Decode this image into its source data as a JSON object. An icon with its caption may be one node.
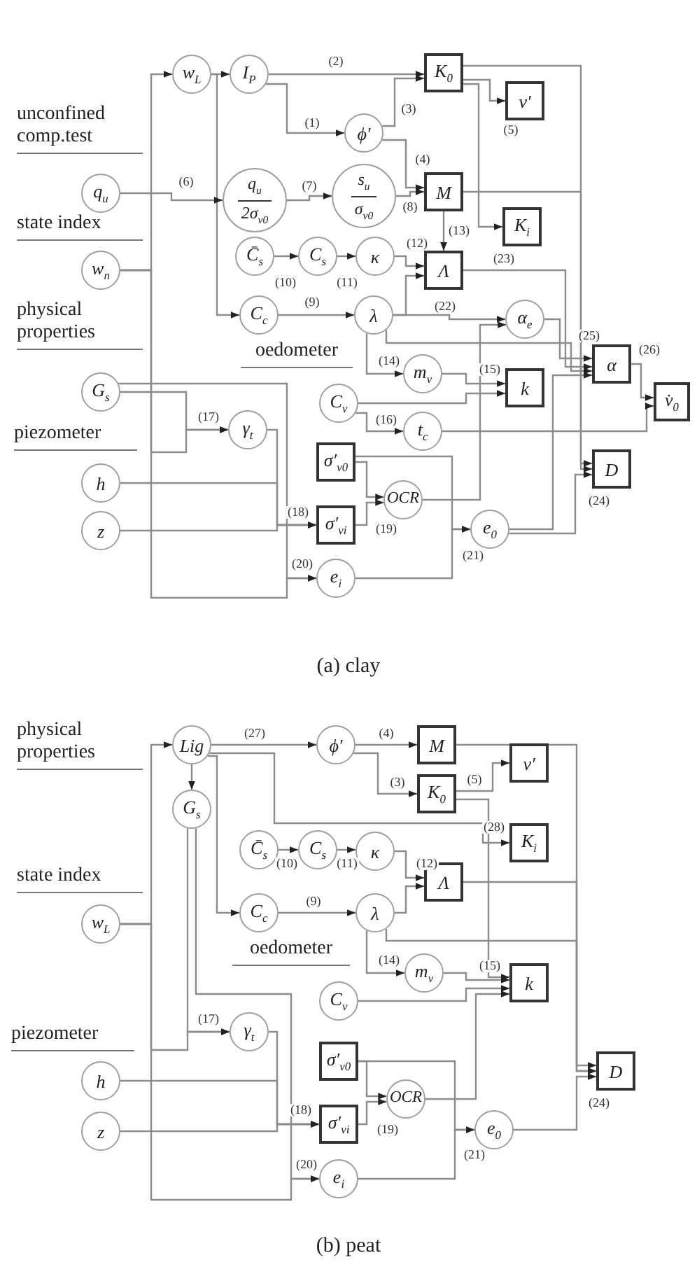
{
  "diagram": {
    "nodes": [
      {
        "text": [
          "w$_{L}$"
        ]
      },
      {
        "text": [
          "I$_{P}$"
        ]
      },
      {
        "text": [
          "K$_{0}$"
        ]
      },
      {
        "text": [
          "ν′"
        ]
      },
      {
        "text": [
          "ϕ′"
        ]
      },
      {
        "text": [
          "q$_{u}$",
          "2σ$_{v0}$"
        ]
      },
      {
        "text": [
          "s$_{u}$",
          "σ$_{v0}$"
        ]
      },
      {
        "text": [
          "M"
        ]
      },
      {
        "text": [
          "K$_{i}$"
        ]
      },
      {
        "text": [
          "C̄$_{s}$"
        ]
      },
      {
        "text": [
          "C$_{s}$"
        ]
      },
      {
        "text": [
          "κ"
        ]
      },
      {
        "text": [
          "Λ"
        ]
      },
      {
        "text": [
          "C$_{c}$"
        ]
      },
      {
        "text": [
          "λ"
        ]
      },
      {
        "text": [
          "α$_{e}$"
        ]
      },
      {
        "text": [
          "α"
        ]
      },
      {
        "text": [
          "v̇$_{0}$"
        ]
      },
      {
        "text": [
          "m$_{v}$"
        ]
      },
      {
        "text": [
          "k"
        ]
      },
      {
        "text": [
          "C$_{v}$"
        ]
      },
      {
        "text": [
          "t$_{c}$"
        ]
      },
      {
        "text": [
          "σ′$_{v0}$"
        ]
      },
      {
        "text": [
          "OCR"
        ]
      },
      {
        "text": [
          "σ′$_{vi}$"
        ]
      },
      {
        "text": [
          "e$_{0}$"
        ]
      },
      {
        "text": [
          "e$_{i}$"
        ]
      },
      {
        "text": [
          "D"
        ]
      },
      {
        "text": [
          "q$_{u}$"
        ]
      },
      {
        "text": [
          "w$_{n}$"
        ]
      },
      {
        "text": [
          "G$_{s}$"
        ]
      },
      {
        "text": [
          "h"
        ]
      },
      {
        "text": [
          "z"
        ]
      },
      {
        "text": [
          "γ$_{t}$"
        ]
      },
      {
        "text": [
          "Lig"
        ]
      },
      {
        "text": [
          "G$_{s}$"
        ]
      },
      {
        "text": [
          "ϕ′"
        ]
      },
      {
        "text": [
          "M"
        ]
      },
      {
        "text": [
          "K$_{0}$"
        ]
      },
      {
        "text": [
          "ν′"
        ]
      },
      {
        "text": [
          "K$_{i}$"
        ]
      },
      {
        "text": [
          "C̄$_{s}$"
        ]
      },
      {
        "text": [
          "C$_{s}$"
        ]
      },
      {
        "text": [
          "κ"
        ]
      },
      {
        "text": [
          "Λ"
        ]
      },
      {
        "text": [
          "C$_{c}$"
        ]
      },
      {
        "text": [
          "λ"
        ]
      },
      {
        "text": [
          "m$_{v}$"
        ]
      },
      {
        "text": [
          "k"
        ]
      },
      {
        "text": [
          "C$_{v}$"
        ]
      },
      {
        "text": [
          "γ$_{t}$"
        ]
      },
      {
        "text": [
          "σ′$_{v0}$"
        ]
      },
      {
        "text": [
          "OCR"
        ]
      },
      {
        "text": [
          "σ′$_{vi}$"
        ]
      },
      {
        "text": [
          "e$_{0}$"
        ]
      },
      {
        "text": [
          "e$_{i}$"
        ]
      },
      {
        "text": [
          "D"
        ]
      },
      {
        "text": [
          "w$_{L}$"
        ]
      },
      {
        "text": [
          "h"
        ]
      },
      {
        "text": [
          "z"
        ]
      }
    ],
    "edges": [
      {
        "from": 29,
        "to": 0,
        "arrow": "to"
      },
      {
        "from": 0,
        "to": 1,
        "arrow": "to"
      },
      {
        "from": 0,
        "to": 13,
        "arrow": "to"
      },
      {
        "from": 1,
        "to": 2,
        "arrow": "to",
        "label": "(2)"
      },
      {
        "from": 1,
        "to": 4,
        "arrow": "to",
        "label": "(1)"
      },
      {
        "from": 4,
        "to": 2,
        "arrow": "to",
        "label": "(3)"
      },
      {
        "from": 4,
        "to": 7,
        "arrow": "to",
        "label": "(4)"
      },
      {
        "from": 2,
        "to": 3,
        "arrow": "to",
        "label": "(5)"
      },
      {
        "from": 28,
        "to": 5,
        "arrow": "to",
        "label": "(6)"
      },
      {
        "from": 5,
        "to": 6,
        "arrow": "to",
        "label": "(7)"
      },
      {
        "from": 6,
        "to": 7,
        "arrow": "to",
        "label": "(8)"
      },
      {
        "from": 7,
        "to": 12,
        "arrow": "to"
      },
      {
        "from": 2,
        "to": 8,
        "arrow": "to",
        "label": "(13)"
      },
      {
        "from": 11,
        "to": 12,
        "arrow": "to",
        "label": "(12)"
      },
      {
        "from": 14,
        "to": 12,
        "arrow": "to"
      },
      {
        "from": 9,
        "to": 10,
        "arrow": "to",
        "label": "(10)"
      },
      {
        "from": 10,
        "to": 11,
        "arrow": "to",
        "label": "(11)"
      },
      {
        "from": 13,
        "to": 14,
        "arrow": "to",
        "label": "(9)"
      },
      {
        "from": 14,
        "to": 15,
        "arrow": "to",
        "label": "(22)"
      },
      {
        "from": 14,
        "to": 18,
        "arrow": "to",
        "label": "(14)"
      },
      {
        "from": 18,
        "to": 19,
        "arrow": "to",
        "label": "(15)"
      },
      {
        "from": 20,
        "to": 19,
        "arrow": "to"
      },
      {
        "from": 20,
        "to": 21,
        "arrow": "to",
        "label": "(16)"
      },
      {
        "from": 21,
        "to": 17,
        "arrow": "to"
      },
      {
        "from": 16,
        "to": 17,
        "arrow": "to",
        "label": "(26)"
      },
      {
        "from": 15,
        "to": 16,
        "arrow": "to",
        "label": "(25)"
      },
      {
        "from": 12,
        "to": 16,
        "arrow": "to",
        "label": "(23)"
      },
      {
        "from": 14,
        "to": 16,
        "arrow": "to"
      },
      {
        "from": 25,
        "to": 16,
        "arrow": "to"
      },
      {
        "from": 2,
        "to": 27,
        "arrow": "to"
      },
      {
        "from": 7,
        "to": 27,
        "arrow": "to"
      },
      {
        "from": 25,
        "to": 27,
        "arrow": "to",
        "label": "(24)"
      },
      {
        "from": 23,
        "to": 15,
        "arrow": "to"
      },
      {
        "from": 22,
        "to": 23,
        "arrow": "to"
      },
      {
        "from": 24,
        "to": 23,
        "arrow": "to",
        "label": "(19)"
      },
      {
        "from": 22,
        "to": 25,
        "arrow": "to"
      },
      {
        "from": 26,
        "to": 25,
        "arrow": "to",
        "label": "(21)"
      },
      {
        "from": 30,
        "to": 33,
        "arrow": "to",
        "label": "(17)"
      },
      {
        "from": 29,
        "to": 33,
        "arrow": "to"
      },
      {
        "from": 33,
        "to": 24,
        "arrow": "to",
        "label": "(18)"
      },
      {
        "from": 31,
        "to": 24,
        "arrow": "to"
      },
      {
        "from": 32,
        "to": 24,
        "arrow": "to"
      },
      {
        "from": 30,
        "to": 26,
        "arrow": "to",
        "label": "(20)"
      },
      {
        "from": 29,
        "to": 26,
        "arrow": "to"
      },
      {
        "from": 57,
        "to": 34,
        "arrow": "to"
      },
      {
        "from": 34,
        "to": 36,
        "arrow": "to",
        "label": "(27)"
      },
      {
        "from": 34,
        "to": 35,
        "arrow": "to"
      },
      {
        "from": 34,
        "to": 45,
        "arrow": "to"
      },
      {
        "from": 34,
        "to": 40,
        "arrow": "to",
        "label": "(28)"
      },
      {
        "from": 36,
        "to": 37,
        "arrow": "to",
        "label": "(4)"
      },
      {
        "from": 36,
        "to": 38,
        "arrow": "to",
        "label": "(3)"
      },
      {
        "from": 38,
        "to": 39,
        "arrow": "to",
        "label": "(5)"
      },
      {
        "from": 41,
        "to": 42,
        "arrow": "to",
        "label": "(10)"
      },
      {
        "from": 42,
        "to": 43,
        "arrow": "to",
        "label": "(11)"
      },
      {
        "from": 43,
        "to": 44,
        "arrow": "to",
        "label": "(12)"
      },
      {
        "from": 46,
        "to": 44,
        "arrow": "to"
      },
      {
        "from": 45,
        "to": 46,
        "arrow": "to",
        "label": "(9)"
      },
      {
        "from": 46,
        "to": 47,
        "arrow": "to",
        "label": "(14)"
      },
      {
        "from": 47,
        "to": 48,
        "arrow": "to",
        "label": "(15)"
      },
      {
        "from": 49,
        "to": 48,
        "arrow": "to"
      },
      {
        "from": 37,
        "to": 56,
        "arrow": "to"
      },
      {
        "from": 44,
        "to": 56,
        "arrow": "to"
      },
      {
        "from": 46,
        "to": 56,
        "arrow": "to"
      },
      {
        "from": 54,
        "to": 56,
        "arrow": "to",
        "label": "(24)"
      },
      {
        "from": 38,
        "to": 48,
        "arrow": "to"
      },
      {
        "from": 52,
        "to": 48,
        "arrow": "to"
      },
      {
        "from": 35,
        "to": 50,
        "arrow": "to",
        "label": "(17)"
      },
      {
        "from": 57,
        "to": 50,
        "arrow": "to"
      },
      {
        "from": 35,
        "to": 55,
        "arrow": "to",
        "label": "(20)"
      },
      {
        "from": 57,
        "to": 55,
        "arrow": "to"
      },
      {
        "from": 50,
        "to": 53,
        "arrow": "to",
        "label": "(18)"
      },
      {
        "from": 58,
        "to": 53,
        "arrow": "to"
      },
      {
        "from": 59,
        "to": 53,
        "arrow": "to"
      },
      {
        "from": 51,
        "to": 52,
        "arrow": "to"
      },
      {
        "from": 53,
        "to": 52,
        "arrow": "to",
        "label": "(19)"
      },
      {
        "from": 51,
        "to": 54,
        "arrow": "to"
      },
      {
        "from": 55,
        "to": 54,
        "arrow": "to",
        "label": "(21)"
      }
    ],
    "labels": [
      "unconfined comp.test",
      "state index",
      "physical properties",
      "oedometer",
      "piezometer",
      "(a) clay",
      "physical properties",
      "state index",
      "oedometer",
      "piezometer",
      "(b) peat"
    ]
  }
}
